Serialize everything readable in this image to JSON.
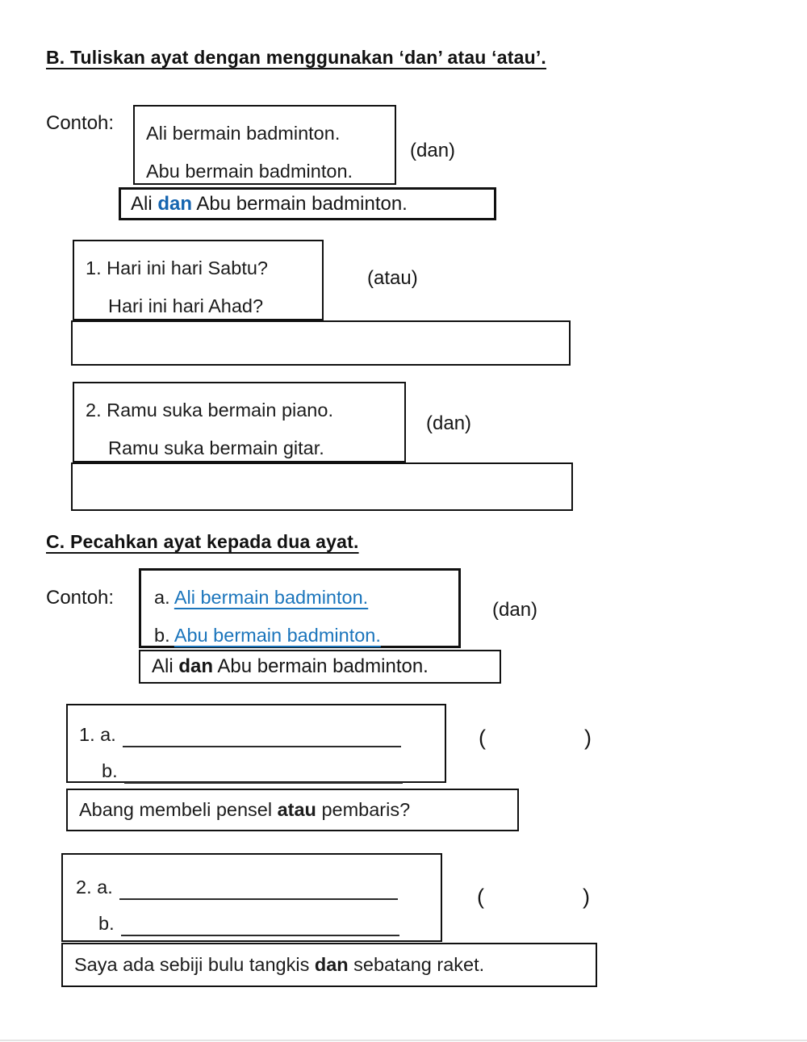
{
  "colors": {
    "link_blue": "#1b75bc",
    "bold_blue": "#1565b0",
    "ink": "#161616"
  },
  "section_b": {
    "title": "B. Tuliskan ayat dengan menggunakan ‘dan’ atau ‘atau’.",
    "contoh_label": "Contoh:",
    "example": {
      "line1": "Ali bermain badminton.",
      "line2": "Abu bermain badminton.",
      "connector": "(dan)",
      "answer": {
        "pre": "Ali ",
        "bold": "dan",
        "post": " Abu bermain badminton."
      }
    },
    "questions": [
      {
        "line1": "1. Hari ini hari Sabtu?",
        "line2": "Hari ini hari Ahad?",
        "connector": "(atau)"
      },
      {
        "line1": "2. Ramu suka bermain piano.",
        "line2": "Ramu suka bermain gitar.",
        "connector": "(dan)"
      }
    ]
  },
  "section_c": {
    "title": "C. Pecahkan ayat kepada dua ayat.",
    "contoh_label": "Contoh:",
    "example": {
      "a_label": "a.",
      "a_text": "Ali bermain badminton.",
      "b_label": "b.",
      "b_text": "Abu bermain badminton.",
      "connector": "(dan)",
      "answer": {
        "pre": "Ali ",
        "bold": "dan",
        "post": " Abu bermain badminton."
      }
    },
    "questions": [
      {
        "a_label": "1. a.",
        "b_label": "b.",
        "paren_open": "(",
        "paren_close": ")",
        "sentence": {
          "pre": "Abang membeli pensel ",
          "bold": "atau",
          "post": " pembaris?"
        }
      },
      {
        "a_label": "2. a.",
        "b_label": "b.",
        "paren_open": "(",
        "paren_close": ")",
        "sentence": {
          "pre": "Saya ada sebiji bulu tangkis ",
          "bold": "dan",
          "post": " sebatang raket."
        }
      }
    ]
  }
}
